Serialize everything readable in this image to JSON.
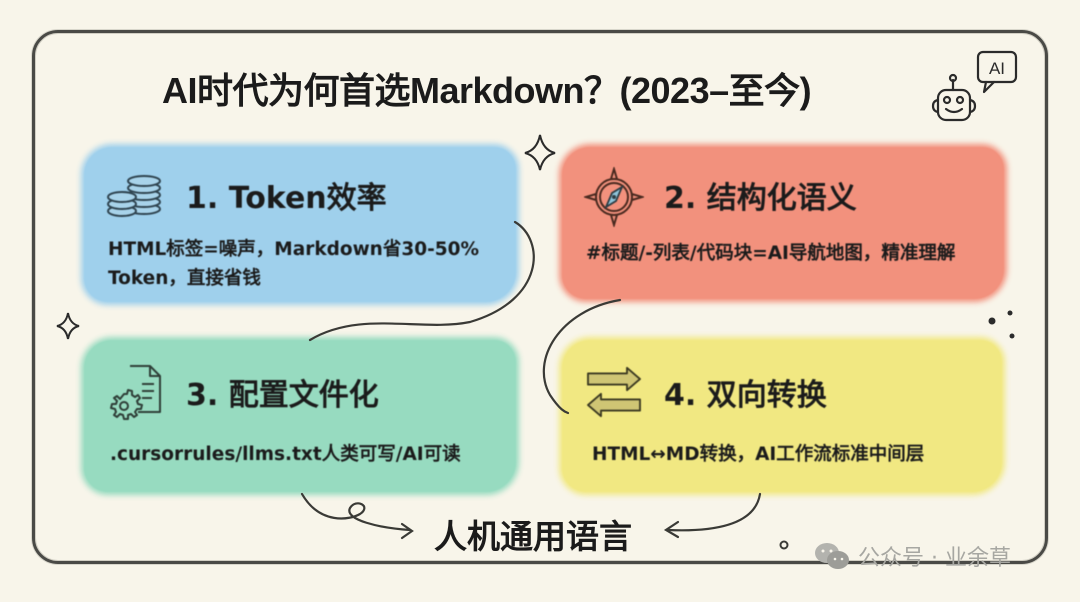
{
  "title": "AI时代为何首选Markdown？(2023–至今)",
  "robot_badge": "AI",
  "cards": [
    {
      "id": "token-efficiency",
      "icon": "coins-icon",
      "title": "1. Token效率",
      "description": "HTML标签=噪声，Markdown省30-50% Token，直接省钱",
      "color": "#9fd0ec"
    },
    {
      "id": "structured-semantics",
      "icon": "compass-icon",
      "title": "2. 结构化语义",
      "description": "#标题/-列表/代码块=AI导航地图，精准理解",
      "color": "#f2917d"
    },
    {
      "id": "config-as-files",
      "icon": "gear-document-icon",
      "title": "3. 配置文件化",
      "description": ".cursorrules/llms.txt人类可写/AI可读",
      "color": "#97dbc0"
    },
    {
      "id": "bidirectional-conversion",
      "icon": "swap-arrows-icon",
      "title": "4. 双向转换",
      "description": "HTML↔MD转换，AI工作流标准中间层",
      "color": "#f1e882"
    }
  ],
  "conclusion": "人机通用语言",
  "watermark": "公众号 · 业余草",
  "colors": {
    "background": "#f8f5ea",
    "frame": "#4a4a46",
    "text": "#1b1b1b"
  }
}
